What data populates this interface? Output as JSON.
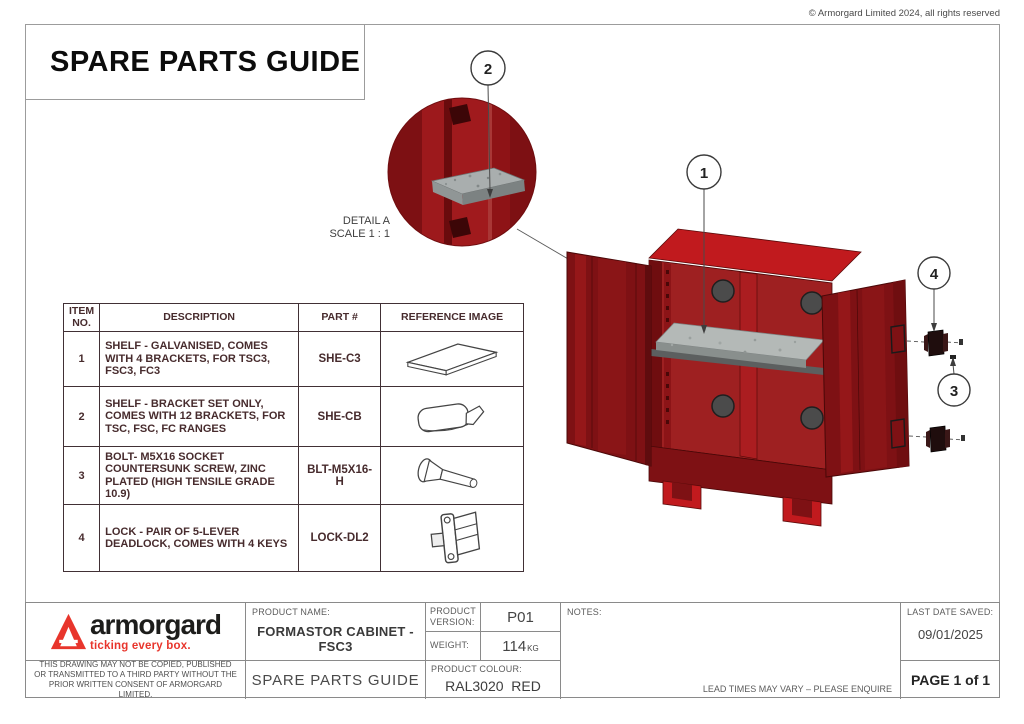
{
  "page": {
    "copyright": "© Armorgard Limited 2024, all rights reserved"
  },
  "header": {
    "title": "SPARE PARTS GUIDE"
  },
  "detail_view": {
    "name": "DETAIL A",
    "scale": "SCALE 1 : 1"
  },
  "callouts": {
    "c1": "1",
    "c2": "2",
    "c3": "3",
    "c4": "4"
  },
  "parts_table": {
    "headers": {
      "item": "ITEM NO.",
      "description": "DESCRIPTION",
      "part": "PART #",
      "image": "REFERENCE IMAGE"
    },
    "rows": [
      {
        "item": "1",
        "description": "SHELF - GALVANISED, COMES WITH 4 BRACKETS, FOR TSC3, FSC3, FC3",
        "part": "SHE-C3",
        "image": "shelf-outline"
      },
      {
        "item": "2",
        "description": "SHELF - BRACKET SET ONLY, COMES WITH 12 BRACKETS, FOR TSC, FSC, FC RANGES",
        "part": "SHE-CB",
        "image": "bracket-outline"
      },
      {
        "item": "3",
        "description": "BOLT- M5X16 SOCKET COUNTERSUNK SCREW, ZINC PLATED (HIGH TENSILE GRADE 10.9)",
        "part": "BLT-M5X16-H",
        "image": "bolt-outline"
      },
      {
        "item": "4",
        "description": "LOCK - PAIR OF 5-LEVER DEADLOCK, COMES WITH 4 KEYS",
        "part": "LOCK-DL2",
        "image": "lock-outline"
      }
    ]
  },
  "title_block": {
    "logo": {
      "brand": "armorgard",
      "tagline": "ticking every box."
    },
    "disclaimer": "THIS DRAWING MAY NOT BE COPIED, PUBLISHED OR TRANSMITTED TO A THIRD PARTY WITHOUT THE PRIOR WRITTEN CONSENT OF ARMORGARD LIMITED.",
    "product_name_label": "PRODUCT NAME:",
    "product_name": "FORMASTOR CABINET - FSC3",
    "doc_type": "SPARE PARTS GUIDE",
    "product_version_label": "PRODUCT VERSION:",
    "product_version": "P01",
    "weight_label": "WEIGHT:",
    "weight_value": "114",
    "weight_unit": "KG",
    "product_colour_label": "PRODUCT COLOUR:",
    "product_colour": "RAL3020  RED",
    "notes_label": "NOTES:",
    "lead_time_note": "LEAD TIMES MAY VARY – PLEASE ENQUIRE",
    "last_saved_label": "LAST DATE SAVED:",
    "last_saved_date": "09/01/2025",
    "page_number": "PAGE 1 of 1"
  },
  "colors": {
    "cabinet_red_bright": "#c11a1e",
    "cabinet_red_mid": "#9e2021",
    "cabinet_red_dark": "#7e1114",
    "galvanized_grey": "#b4b9b7",
    "table_text_maroon": "#472b2d",
    "brand_red": "#e8352c"
  }
}
